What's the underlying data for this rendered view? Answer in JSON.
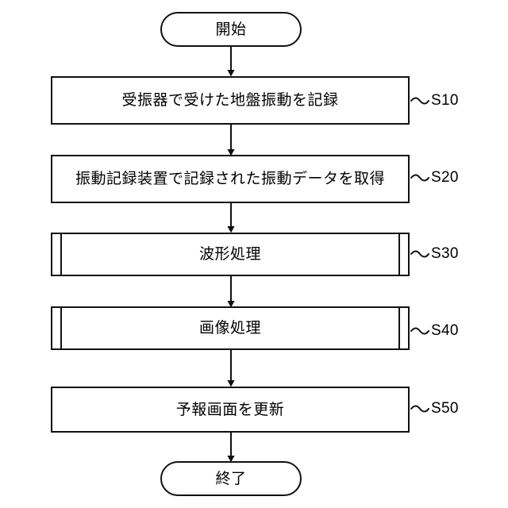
{
  "diagram": {
    "title": "",
    "background_color": "#ffffff",
    "line_color": "#111111",
    "text_color": "#000000",
    "orientation": "top-to-bottom",
    "tilde_leader": "〜"
  },
  "nodes": [
    {
      "id": "start",
      "shape": "terminator",
      "label": "開始",
      "step_ref": ""
    },
    {
      "id": "s10",
      "shape": "process",
      "label": "受振器で受けた地盤振動を記録",
      "step_ref": "S10"
    },
    {
      "id": "s20",
      "shape": "process",
      "label": "振動記録装置で記録された振動データを取得",
      "step_ref": "S20"
    },
    {
      "id": "s30",
      "shape": "predefined-process",
      "label": "波形処理",
      "step_ref": "S30"
    },
    {
      "id": "s40",
      "shape": "predefined-process",
      "label": "画像処理",
      "step_ref": "S40"
    },
    {
      "id": "s50",
      "shape": "process",
      "label": "予報画面を更新",
      "step_ref": "S50"
    },
    {
      "id": "end",
      "shape": "terminator",
      "label": "終了",
      "step_ref": ""
    }
  ],
  "edges": [
    {
      "from": "start",
      "to": "s10",
      "arrow": "filled-triangle"
    },
    {
      "from": "s10",
      "to": "s20",
      "arrow": "filled-triangle"
    },
    {
      "from": "s20",
      "to": "s30",
      "arrow": "filled-triangle"
    },
    {
      "from": "s30",
      "to": "s40",
      "arrow": "filled-triangle"
    },
    {
      "from": "s40",
      "to": "s50",
      "arrow": "filled-triangle"
    },
    {
      "from": "s50",
      "to": "end",
      "arrow": "filled-triangle"
    }
  ]
}
